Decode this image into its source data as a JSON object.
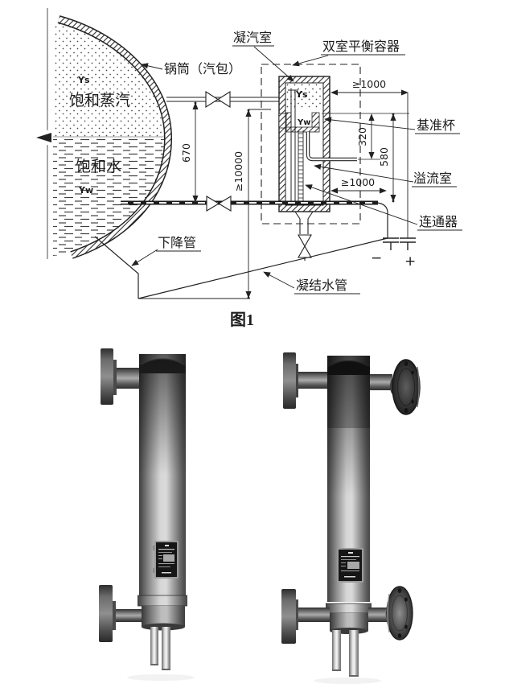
{
  "fig": {
    "caption": "图1",
    "drum": {
      "label": "锅筒（汽包）",
      "steam": "饱和蒸汽",
      "water": "饱和水",
      "gamma_s": "Ys",
      "gamma_w": "Yw"
    },
    "vessel": {
      "title": "双室平衡容器",
      "condensing_chamber": "凝汽室",
      "gamma_s": "Ys",
      "gamma_w": "Yw",
      "reference_cup": "基准杯",
      "overflow_chamber": "溢流室",
      "connector": "连通器"
    },
    "pipes": {
      "downcomer": "下降管",
      "condensate": "凝结水管"
    },
    "dims": {
      "pipe_gap": "670",
      "min_head": "≥10000",
      "top_clearance": "≥1000",
      "cup_overflow": "320",
      "cup_bottom": "580",
      "bottom_clearance": "≥1000"
    },
    "taps": {
      "minus": "−",
      "plus": "+"
    }
  },
  "colors": {
    "paper": "#ffffff",
    "ink": "#222222",
    "steel_dark": "#3f3f3f",
    "steel_mid": "#9a9a9a",
    "steel_light": "#d6d6d6",
    "nameplate": "#161616"
  }
}
